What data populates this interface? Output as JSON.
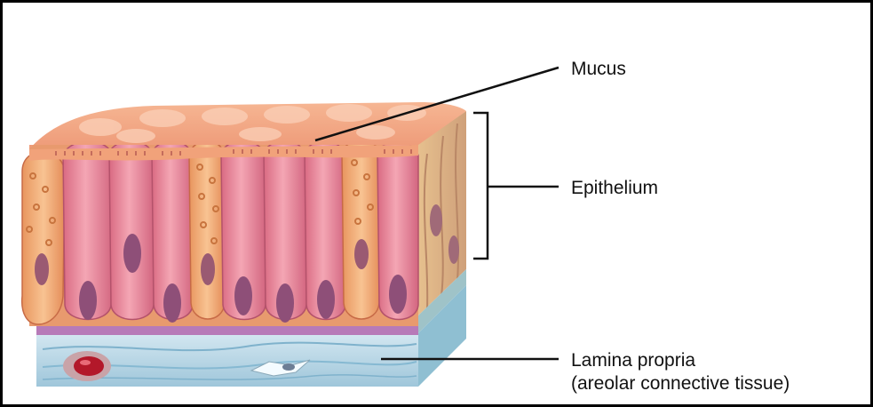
{
  "labels": {
    "mucus": "Mucus",
    "epithelium": "Epithelium",
    "lamina_line1": "Lamina propria",
    "lamina_line2": "(areolar connective tissue)"
  },
  "colors": {
    "mucus_top": "#f2a585",
    "goblet": "#f0ad78",
    "columnar": "#e57f93",
    "nucleus": "#8e4f78",
    "basement": "#b77ab8",
    "lamina": "#bcd8e6",
    "blood": "#b3182a"
  }
}
